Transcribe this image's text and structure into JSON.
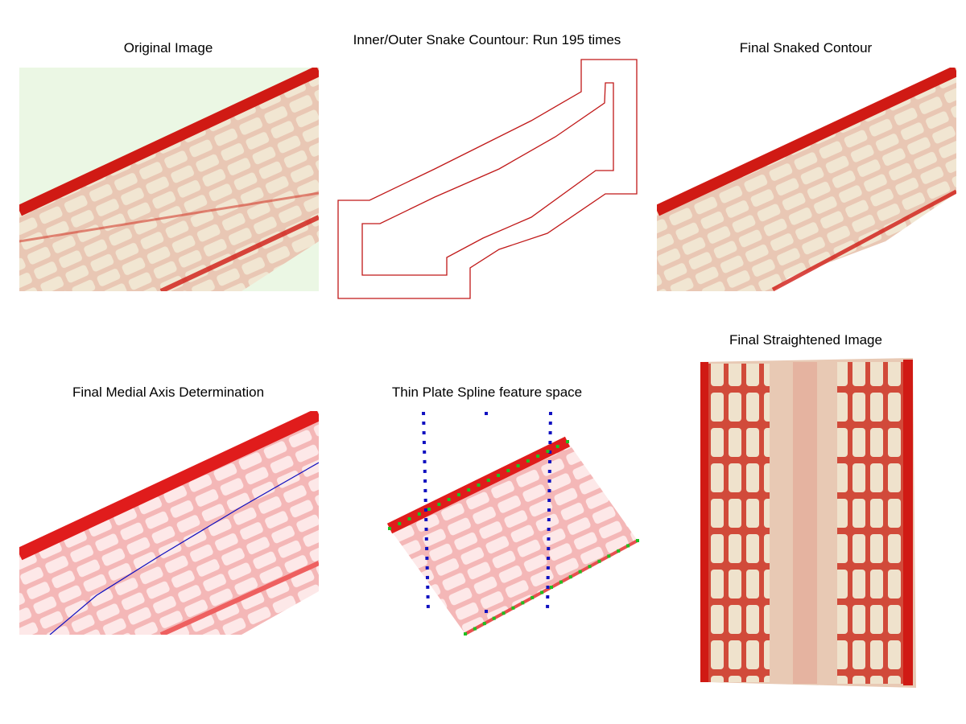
{
  "panels": [
    {
      "title": "Original Image"
    },
    {
      "title": "Inner/Outer Snake Countour: Run 195 times"
    },
    {
      "title": "Final Snaked Contour"
    },
    {
      "title": "Final Medial Axis Determination"
    },
    {
      "title": "Thin Plate Spline feature space"
    },
    {
      "title": "Final Straightened Image"
    }
  ],
  "colors": {
    "contour": "#c01818",
    "axis": "#1010c0",
    "points": "#20c020",
    "tissue": "#d81818"
  }
}
